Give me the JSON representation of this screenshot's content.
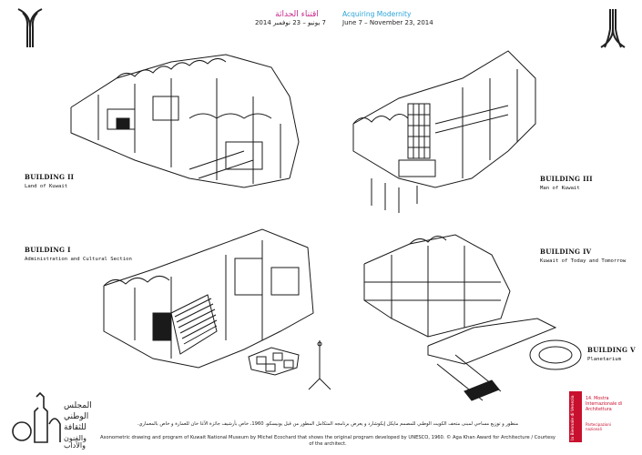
{
  "header": {
    "arabic_title": "اقتناء الحداثة",
    "arabic_dates": "7 يونيو – 23 نوفمبر 2014",
    "english_title": "Acquiring Modernity",
    "english_dates": "June 7 – November 23, 2014"
  },
  "buildings": [
    {
      "title": "BUILDING  II",
      "subtitle": "Land of Kuwait"
    },
    {
      "title": "BUILDING  III",
      "subtitle": "Man of Kuwait"
    },
    {
      "title": "BUILDING  I",
      "subtitle": "Administration and Cultural Section"
    },
    {
      "title": "BUILDING  IV",
      "subtitle": "Kuwait of Today and Tomorrow"
    },
    {
      "title": "BUILDING  V",
      "subtitle": "Planetarium"
    }
  ],
  "footer": {
    "arabic_caption_1": "منظور و توزيع مساحي لمبنى متحف الكويت الوطني للمصمم مايكل إيكوشارد و يعرض برنامجه المتكامل المطور من قبل يونيسكو، 1960، خاص بأرشيف جائزة الآغا خان للعمارة و خاص بالمعماري.",
    "english_caption": "Axonometric drawing and program of Kuwait National Museum by Michel Ecochard that shows the original program developed by UNESCO, 1960. © Aga Khan Award for Architecture / Courtesy of the architect.",
    "council_logo_arabic": "المجلس الوطني للثقافة والفنون والآداب",
    "biennale_logo_text": "14. Mostra Internazionale di Architettura",
    "biennale_logo_subtext": "Partecipazioni nazionali",
    "biennale_logo_vertical": "la Biennale di Venezia"
  }
}
